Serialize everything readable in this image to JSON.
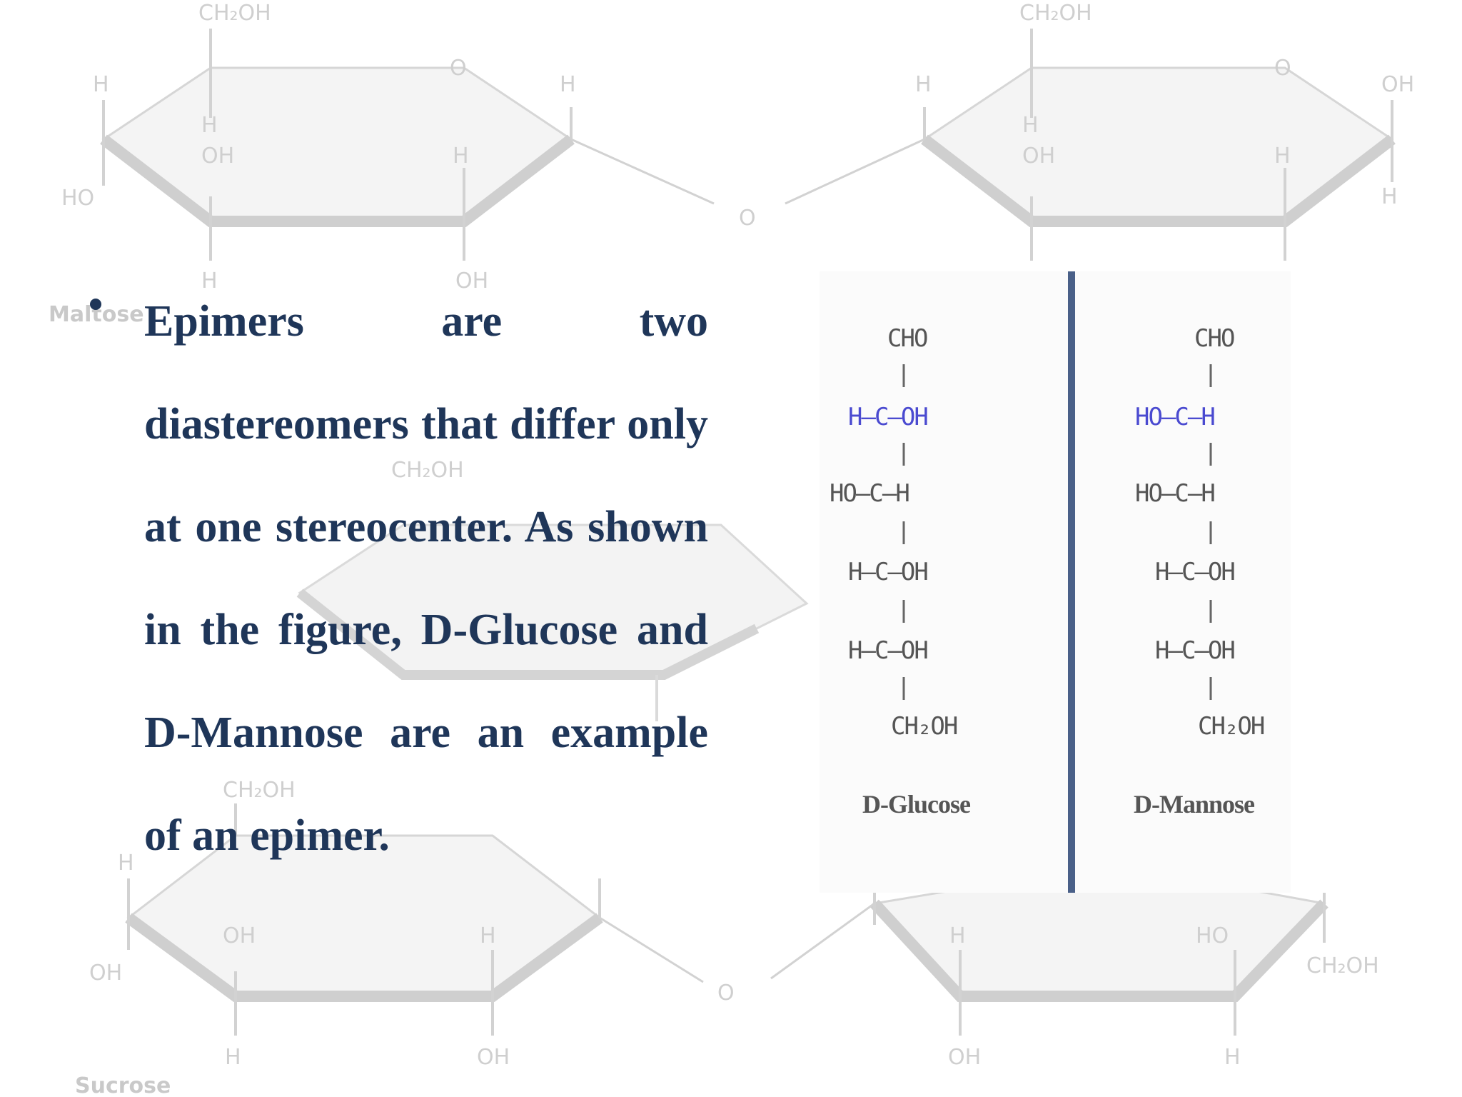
{
  "background": {
    "top_left": {
      "ch2oh": "CH₂OH",
      "h_left": "H",
      "ho": "HO",
      "h_c4": "H",
      "oh_c3": "OH",
      "h_c2": "H",
      "h_bottom": "H",
      "oh_bottom": "OH",
      "o_ring": "O",
      "h_right": "H"
    },
    "bridge_o": "O",
    "top_right": {
      "ch2oh": "CH₂OH",
      "h_left": "H",
      "h_c4": "H",
      "oh_c3": "OH",
      "h_c2": "H",
      "o_ring": "O",
      "oh_right": "OH",
      "h_right": "H"
    },
    "maltose_label": "Maltose",
    "middle": {
      "ch2oh": "CH₂OH"
    },
    "bottom_left": {
      "ch2oh": "CH₂OH",
      "h_left": "H",
      "oh_left": "OH",
      "oh_c3": "OH",
      "h_c2": "H",
      "h_bottom": "H",
      "oh_bottom": "OH"
    },
    "bridge_o2": "O",
    "bottom_right": {
      "h_c3": "H",
      "ho": "HO",
      "ch2oh": "CH₂OH",
      "oh_bottom": "OH",
      "h_bottom": "H"
    },
    "sucrose_label": "Sucrose"
  },
  "slide": {
    "bullet_text": "Epimers are two diastereomers that differ only at one stereocenter. As shown in the figure, D-Glucose and D-Mannose are an example of an epimer."
  },
  "figure": {
    "glucose": {
      "rows": [
        "CHO",
        "H—C—OH",
        "HO—C—H",
        "H—C—OH",
        "H—C—OH",
        "CH₂OH"
      ],
      "caption": "D-Glucose"
    },
    "mannose": {
      "rows": [
        "CHO",
        "HO—C—H",
        "HO—C—H",
        "H—C—OH",
        "H—C—OH",
        "CH₂OH"
      ],
      "caption": "D-Mannose"
    },
    "highlight_color": "#4a4ad0",
    "divider_color": "#4a6088"
  }
}
